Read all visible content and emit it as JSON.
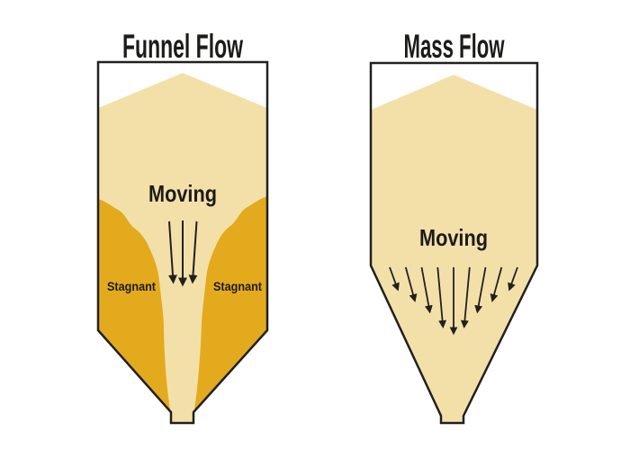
{
  "colors": {
    "background": "#FFFFFF",
    "material": "#F3E0A9",
    "stagnant": "#E4AA1D",
    "ink": "#20201E",
    "text": "#1C1B19"
  },
  "funnel_flow": {
    "title": "Funnel Flow",
    "moving_label": "Moving",
    "stagnant_left_label": "Stagnant",
    "stagnant_right_label": "Stagnant"
  },
  "mass_flow": {
    "title": "Mass Flow",
    "moving_label": "Moving"
  }
}
